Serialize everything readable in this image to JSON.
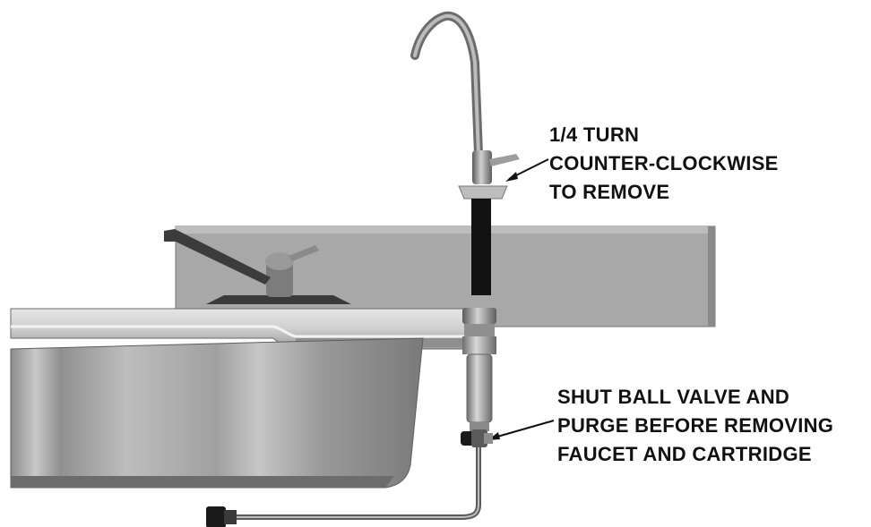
{
  "callouts": {
    "top": {
      "lines": [
        "1/4 TURN",
        "COUNTER-CLOCKWISE",
        "TO REMOVE"
      ]
    },
    "bottom": {
      "lines": [
        "SHUT BALL VALVE AND",
        "PURGE BEFORE REMOVING",
        "FAUCET AND CARTRIDGE"
      ]
    }
  },
  "colors": {
    "background": "#ffffff",
    "countertop": "#cfcfcf",
    "backsplash": "#a9a9a9",
    "sink": "#b0b0b0",
    "filter_black": "#111111",
    "text": "#111111"
  },
  "icons": {
    "drinking_faucet": "gooseneck-faucet-icon",
    "main_faucet": "lever-faucet-icon",
    "ball_valve": "ball-valve-icon",
    "connector": "hose-connector-icon"
  }
}
